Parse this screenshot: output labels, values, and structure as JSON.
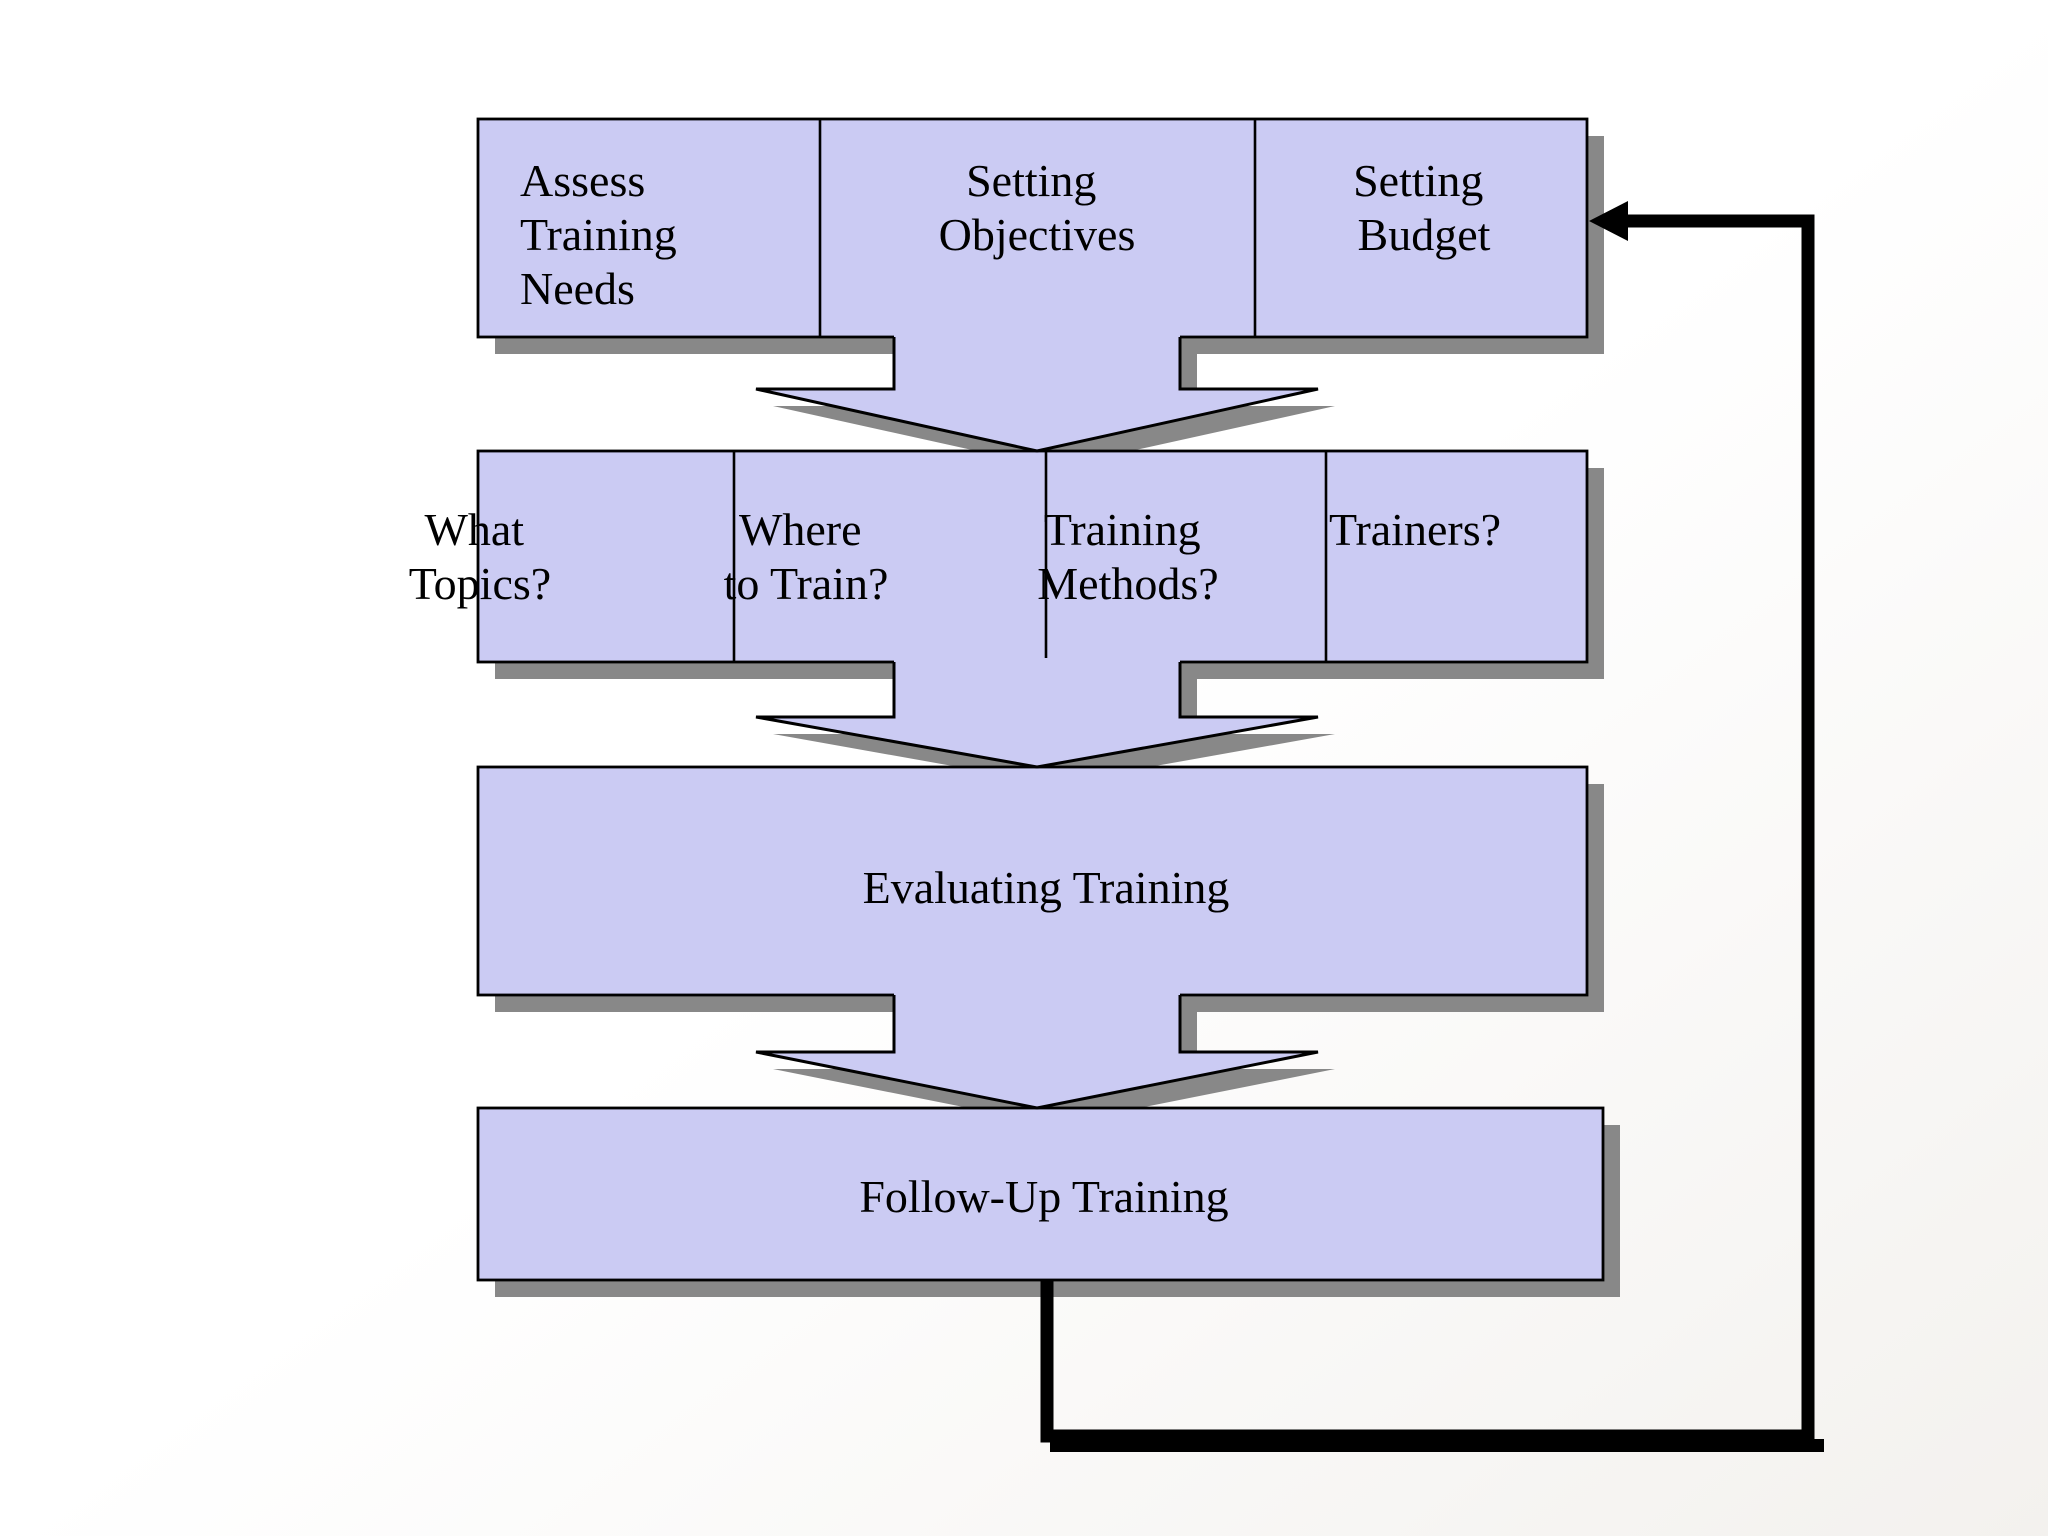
{
  "flow": {
    "row1": {
      "cells": [
        {
          "lines": [
            "Assess",
            "Training",
            "Needs"
          ]
        },
        {
          "lines": [
            "Setting",
            "Objectives"
          ]
        },
        {
          "lines": [
            "Setting",
            "Budget"
          ]
        }
      ]
    },
    "row2": {
      "cells": [
        {
          "lines": [
            "What",
            "Topics?"
          ]
        },
        {
          "lines": [
            "Where",
            "to Train?"
          ]
        },
        {
          "lines": [
            "Training",
            "Methods?"
          ]
        },
        {
          "lines": [
            "Trainers?"
          ]
        }
      ]
    },
    "row3": {
      "label": "Evaluating Training"
    },
    "row4": {
      "label": "Follow-Up Training"
    }
  },
  "colors": {
    "background": "#ffffff",
    "background_tint": "#f3f1ee",
    "box_fill": "#cbcbf3",
    "box_border": "#000000",
    "shadow": "#888888",
    "feedback_line": "#000000",
    "text": "#000000"
  }
}
